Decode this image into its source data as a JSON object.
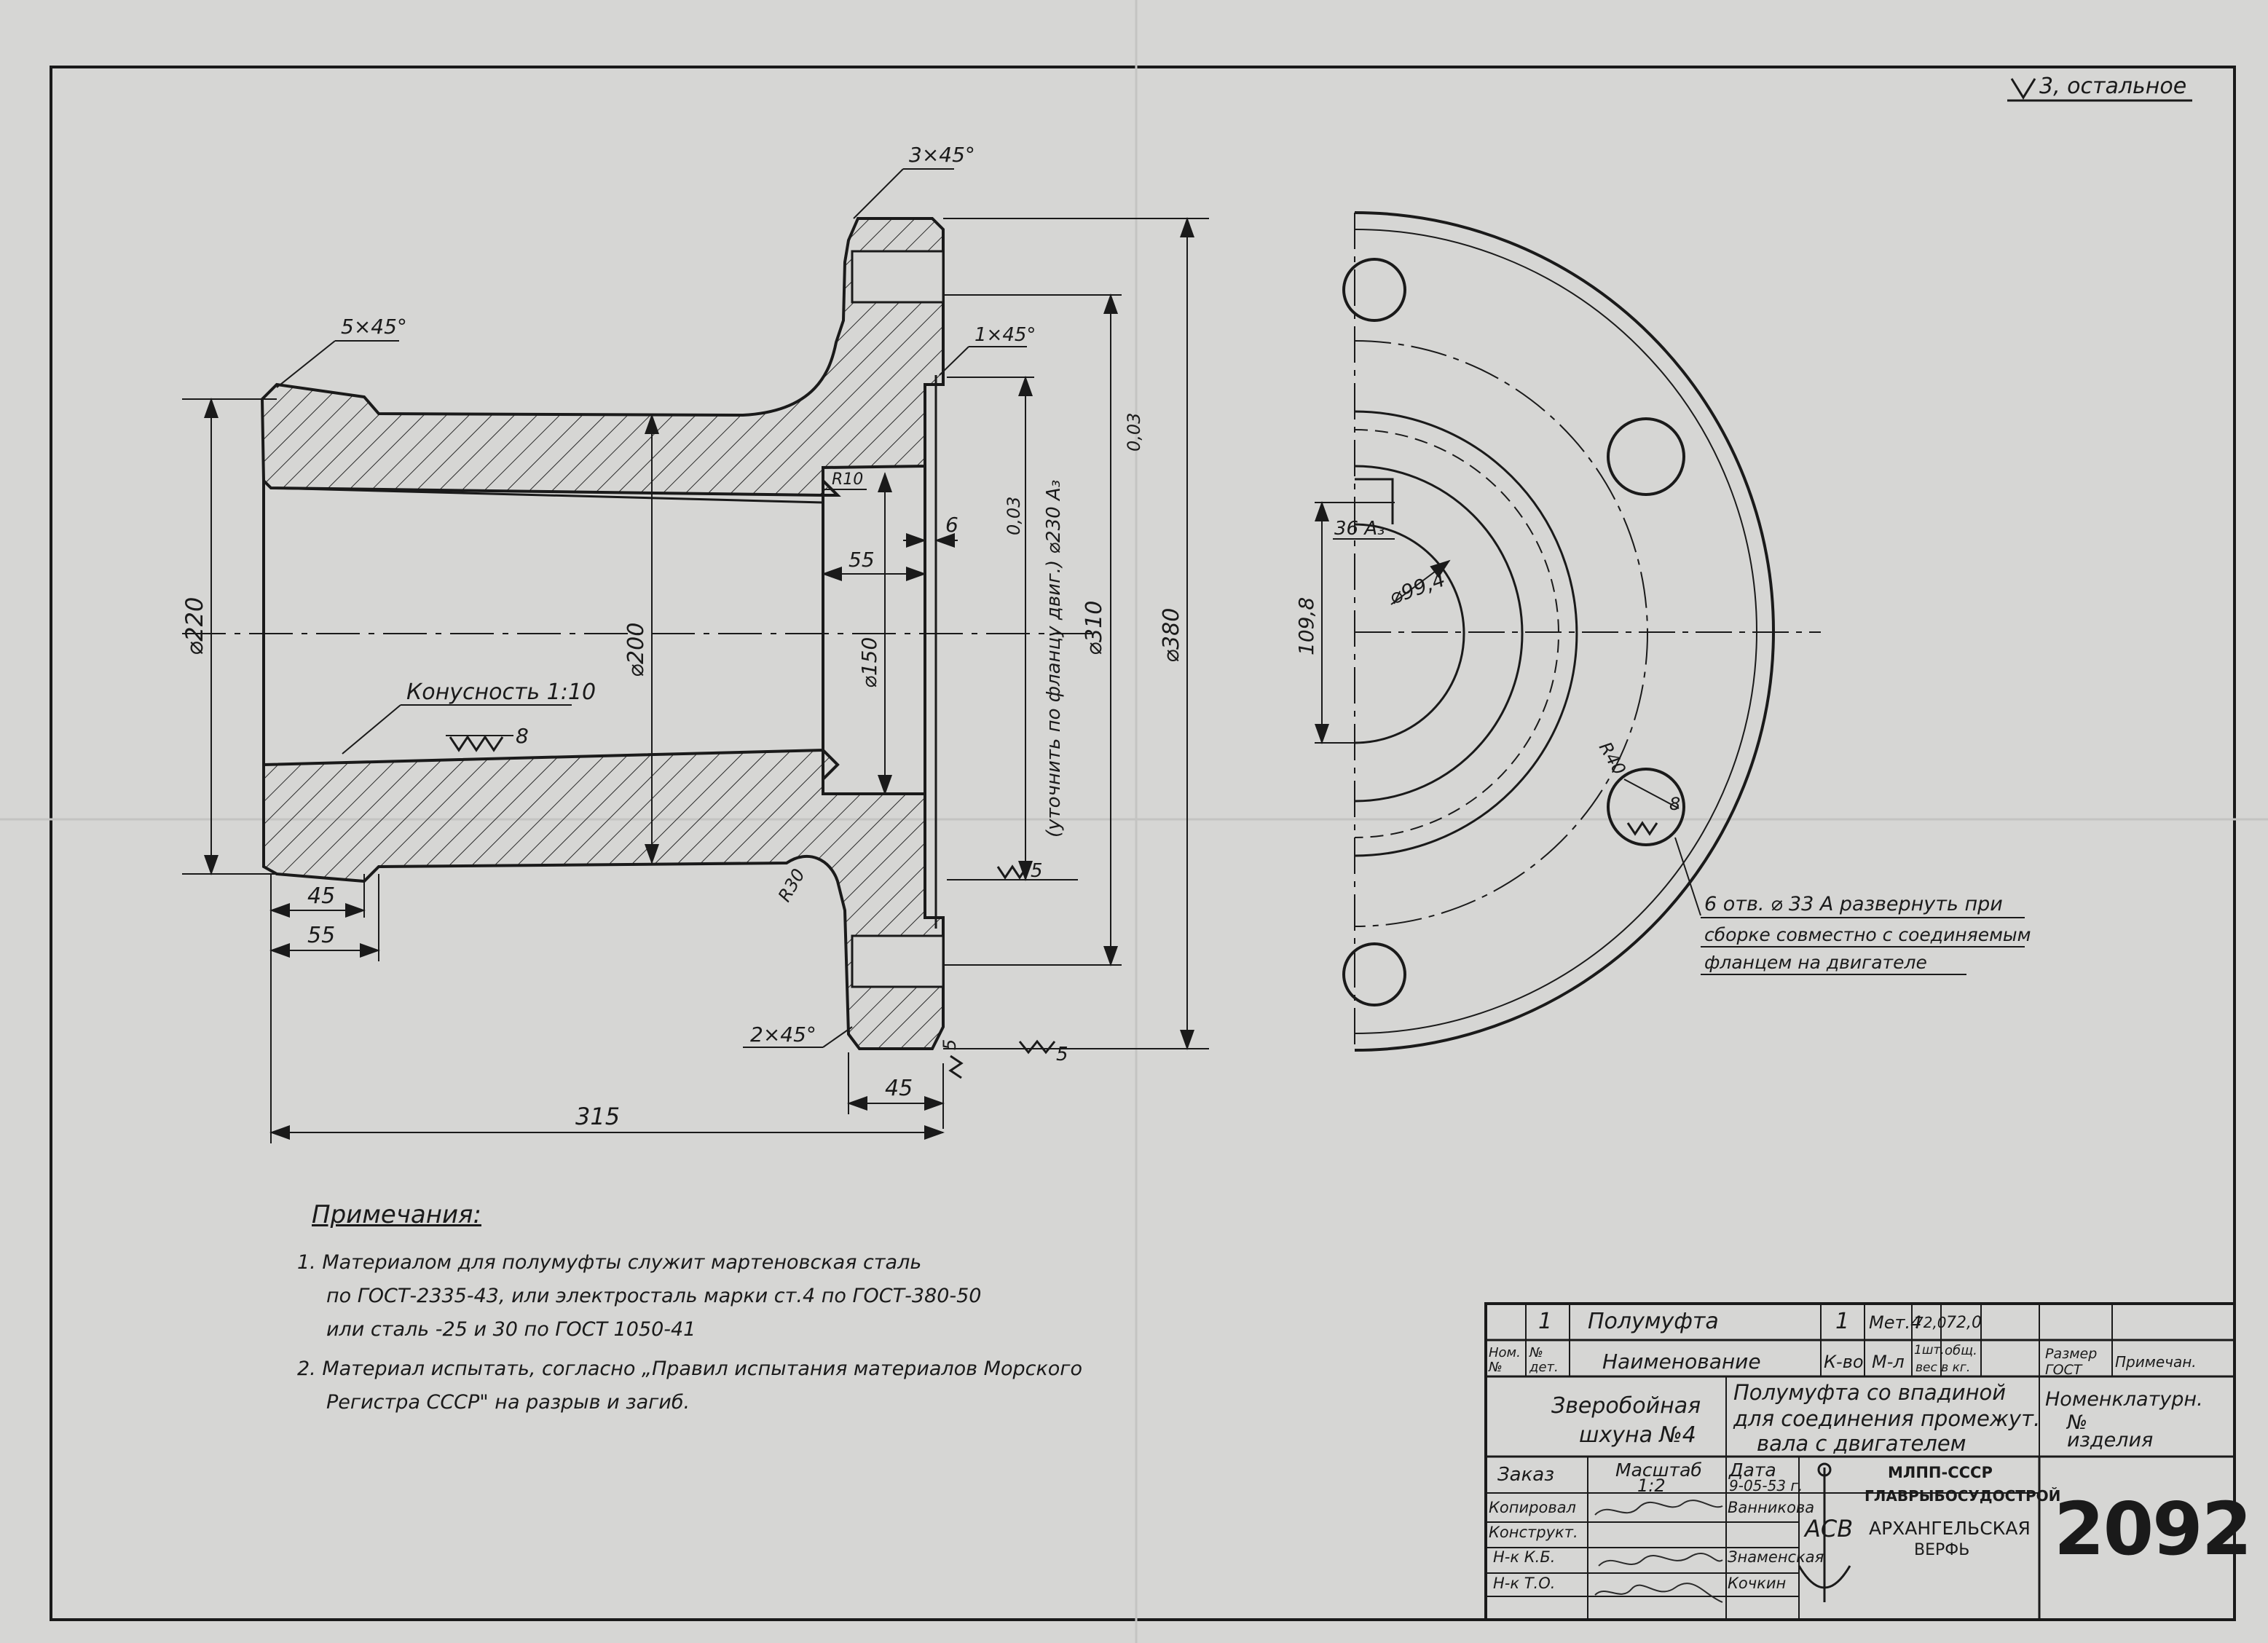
{
  "drawing": {
    "roughness": "3, остальное",
    "chamfer_top": "3×45°",
    "chamfer_left": "5×45°",
    "chamfer_face": "1×45°",
    "chamfer_bottom": "2×45°",
    "radius_inner": "R10",
    "radius_outer": "R30",
    "dim_220": "⌀220",
    "dim_200": "⌀200",
    "dim_150": "⌀150",
    "dim_230": "(уточнить по фланцу двиг.) ⌀230 А₃",
    "dim_310": "⌀310",
    "dim_380": "⌀380",
    "dim_003a": "0,03",
    "dim_003b": "0,03",
    "dim_55_top": "55",
    "dim_6": "6",
    "taper": "Конусность 1:10",
    "rough_8": "8",
    "rough_5a": "5",
    "rough_5b": "5",
    "rough_5c": "5",
    "dim_45_left": "45",
    "dim_55_left": "55",
    "dim_45_bottom": "45",
    "dim_315": "315",
    "dim_36": "36 А₃",
    "dim_1098": "109,8",
    "dim_994": "⌀99,4",
    "radius_40": "R40",
    "rough_8_hole": "8",
    "hole_note_1": "6 отв. ⌀ 33 А  развернуть при",
    "hole_note_2": "сборке совместно с соединяемым",
    "hole_note_3": "фланцем на двигателе"
  },
  "notes": {
    "title": "Примечания:",
    "line1": "1. Материалом для полумуфты служит мартеновская сталь",
    "line2": "по  ГОСТ-2335-43,  или электросталь  марки  ст.4  по ГОСТ-380-50",
    "line3": "или  сталь  -25  и 30   по    ГОСТ  1050-41",
    "line4": "2. Материал  испытать,  согласно „Правил  испытания  материалов  Морского",
    "line5": "Регистра   СССР\"  на  разрыв  и  загиб."
  },
  "title_block": {
    "row1_qty": "1",
    "row1_name": "Полумуфта",
    "row1_count": "1",
    "row1_material": "Мет.4",
    "row1_w1": "72,0",
    "row1_w2": "72,0",
    "h_num": "Ном. №",
    "h_det": "№ дет.",
    "h_name": "Наименование",
    "h_kvo": "К-во",
    "h_mat": "М-л",
    "h_1sht": "1шт.",
    "h_obsch": "общ.",
    "h_ves": "вес в кг.",
    "h_razmer": "Размер ГОСТ",
    "h_prim": "Примечан.",
    "vessel_1": "Зверобойная",
    "vessel_2": "шхуна №4",
    "desc_1": "Полумуфта со впадиной",
    "desc_2": "для соединения промежут.",
    "desc_3": "вала  с  двигателем",
    "nomen_1": "Номенклатурн.",
    "nomen_2": "№",
    "nomen_3": "изделия",
    "order": "Заказ",
    "scale_label": "Масштаб",
    "scale_value": "1:2",
    "date_label": "Дата",
    "date_value": "9-05-53 г.",
    "role1": "Копировал",
    "role2": "Конструкт.",
    "role3": "Н-к  К.Б.",
    "role4": "Н-к  Т.О.",
    "name1": "Ванникова",
    "name2": "Знаменская",
    "name3": "Кочкин",
    "org1": "МЛПП-СССР",
    "org2": "ГЛАВРЫБОСУДОСТРОЙ",
    "org3": "АРХАНГЕЛЬСКАЯ",
    "org4": "ВЕРФЬ",
    "logo": "АСВ",
    "number": "2092"
  }
}
